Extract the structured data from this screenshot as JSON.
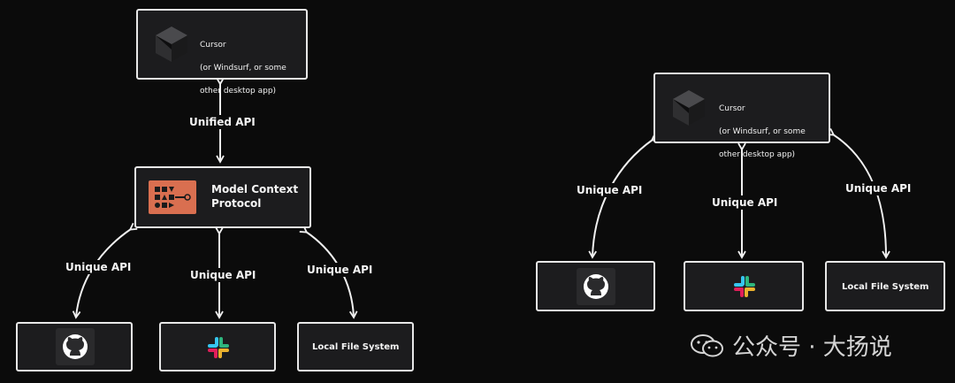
{
  "left_diagram": {
    "client": {
      "line1": "Cursor",
      "line2": "(or Windsurf, or some",
      "line3": "other desktop app)"
    },
    "client_to_hub_label": "Unified API",
    "hub": {
      "title": "Model Context\nProtocol"
    },
    "edge_labels": [
      "Unique API",
      "Unique API",
      "Unique API"
    ],
    "services": {
      "local_fs": "Local File System"
    }
  },
  "right_diagram": {
    "client": {
      "line1": "Cursor",
      "line2": "(or Windsurf, or some",
      "line3": "other desktop app)"
    },
    "edge_labels": [
      "Unique API",
      "Unique API",
      "Unique API"
    ],
    "services": {
      "local_fs": "Local File System"
    }
  },
  "icons": {
    "client": "cursor-cube-icon",
    "hub": "mcp-logo-icon",
    "github": "github-icon",
    "slack": "slack-icon",
    "watermark": "wechat-icon"
  },
  "colors": {
    "background": "#0b0b0b",
    "box_fill": "#1c1c1e",
    "box_border": "#e8e8e8",
    "mcp_accent": "#d96f50"
  },
  "watermark": "公众号 · 大扬说"
}
